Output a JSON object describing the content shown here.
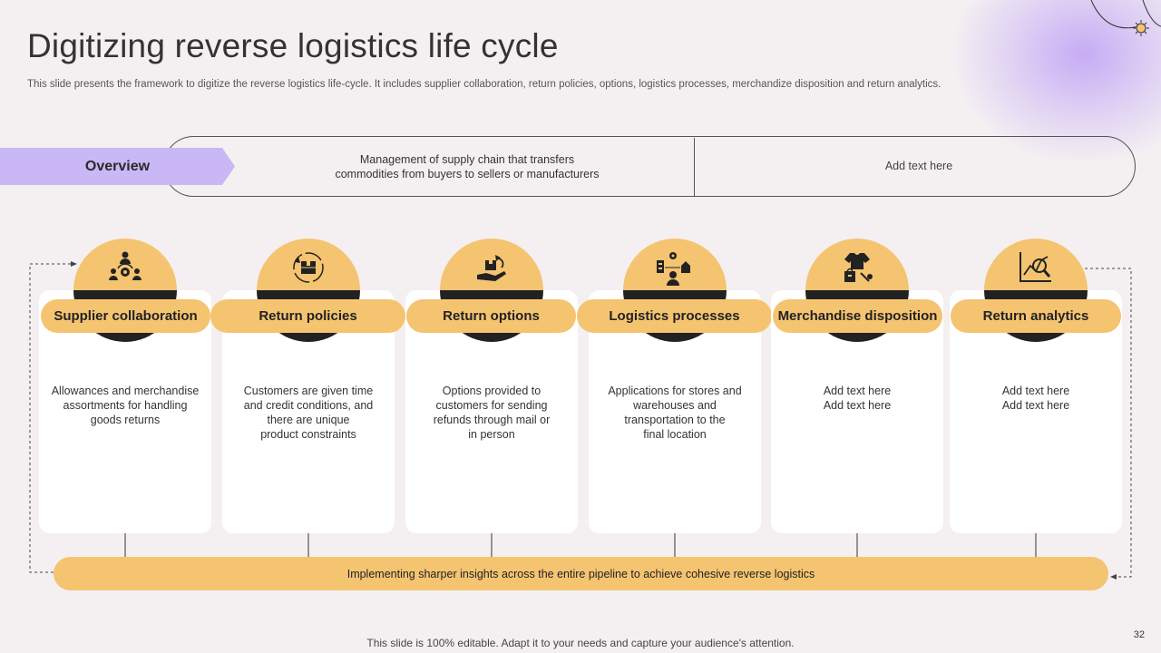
{
  "slide": {
    "title": "Digitizing reverse logistics life cycle",
    "subtitle": "This slide presents the framework to digitize the reverse logistics life-cycle. It includes supplier collaboration, return policies, options, logistics processes, merchandize disposition and return analytics.",
    "footer": "This slide is 100% editable. Adapt it to your needs and capture your audience's attention.",
    "page_number": "32"
  },
  "overview": {
    "label": "Overview",
    "text_line1": "Management of supply chain that transfers",
    "text_line2": "commodities from buyers to sellers or manufacturers",
    "text_right": "Add text here"
  },
  "stages": [
    {
      "name": "Supplier collaboration",
      "icon": "supplier-gear-icon",
      "lines": [
        "Allowances and merchandise",
        "assortments for handling",
        "goods returns"
      ]
    },
    {
      "name": "Return policies",
      "icon": "return-box-icon",
      "lines": [
        "Customers are given time",
        "and credit conditions, and",
        "there are unique",
        "product constraints"
      ]
    },
    {
      "name": "Return options",
      "icon": "hand-package-return-icon",
      "lines": [
        "Options provided to",
        "customers for sending",
        "refunds through mail or",
        "in person"
      ]
    },
    {
      "name": "Logistics processes",
      "icon": "logistics-network-icon",
      "lines": [
        "Applications for stores and",
        "warehouses and",
        "transportation to the",
        "final location"
      ]
    },
    {
      "name": "Merchandise disposition",
      "icon": "shirt-bag-icon",
      "lines": [
        "Add text here",
        "Add text here"
      ]
    },
    {
      "name": "Return analytics",
      "icon": "analytics-chart-icon",
      "lines": [
        "Add text here",
        "Add text here"
      ]
    }
  ],
  "bottom_bar": "Implementing sharper insights across the entire pipeline to achieve cohesive reverse logistics",
  "colors": {
    "accent_yellow": "#f5c471",
    "accent_purple": "#c9b8f5",
    "dark": "#222222",
    "background": "#f4f0f2"
  }
}
